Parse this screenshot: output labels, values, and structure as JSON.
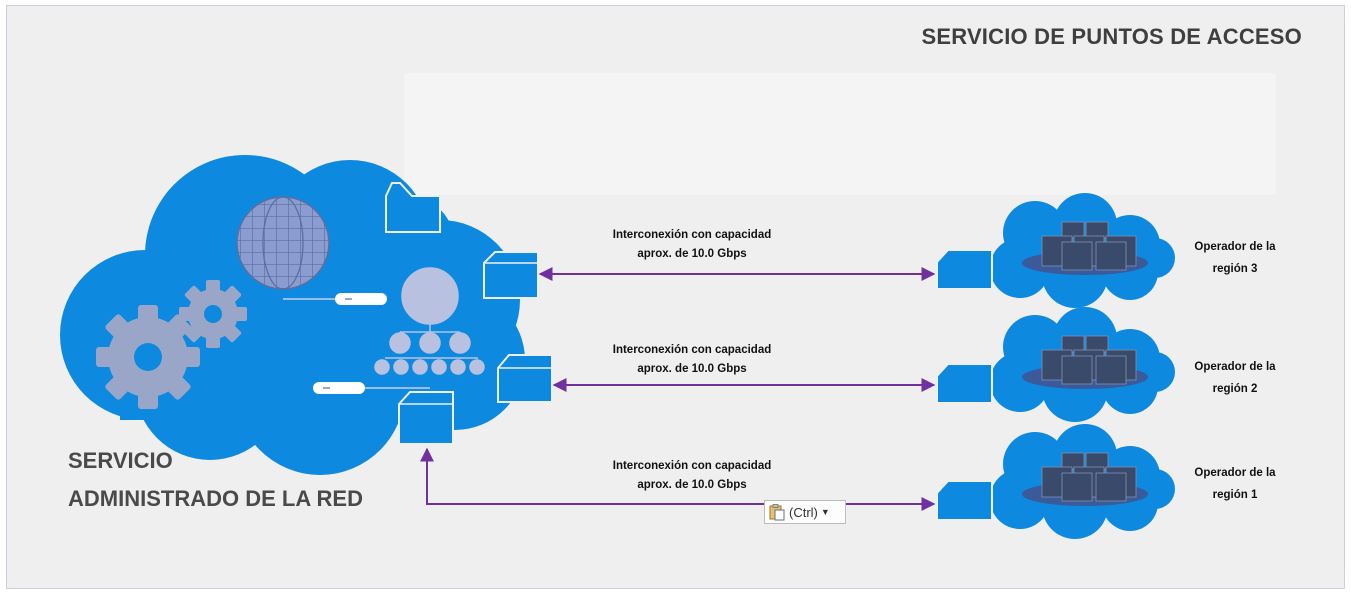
{
  "title": "SERVICIO DE PUNTOS DE ACCESO",
  "main_service": {
    "line1": "SERVICIO",
    "line2": "ADMINISTRADO DE LA RED"
  },
  "links": [
    {
      "line1": "Interconexión con capacidad",
      "line2": "aprox. de 10.0 Gbps"
    },
    {
      "line1": "Interconexión con capacidad",
      "line2": "aprox. de 10.0 Gbps"
    },
    {
      "line1": "Interconexión con capacidad",
      "line2": "aprox. de 10.0 Gbps"
    }
  ],
  "operators": [
    {
      "line1": "Operador de la",
      "line2": "región 3"
    },
    {
      "line1": "Operador de la",
      "line2": "región 2"
    },
    {
      "line1": "Operador de la",
      "line2": "región 1"
    }
  ],
  "paste_options": {
    "label": "(Ctrl)",
    "icon": "clipboard-icon"
  },
  "colors": {
    "cloud": "#0d8ae0",
    "link_arrow": "#7030a0",
    "server": "#3a4a6a",
    "background": "#efefef"
  }
}
